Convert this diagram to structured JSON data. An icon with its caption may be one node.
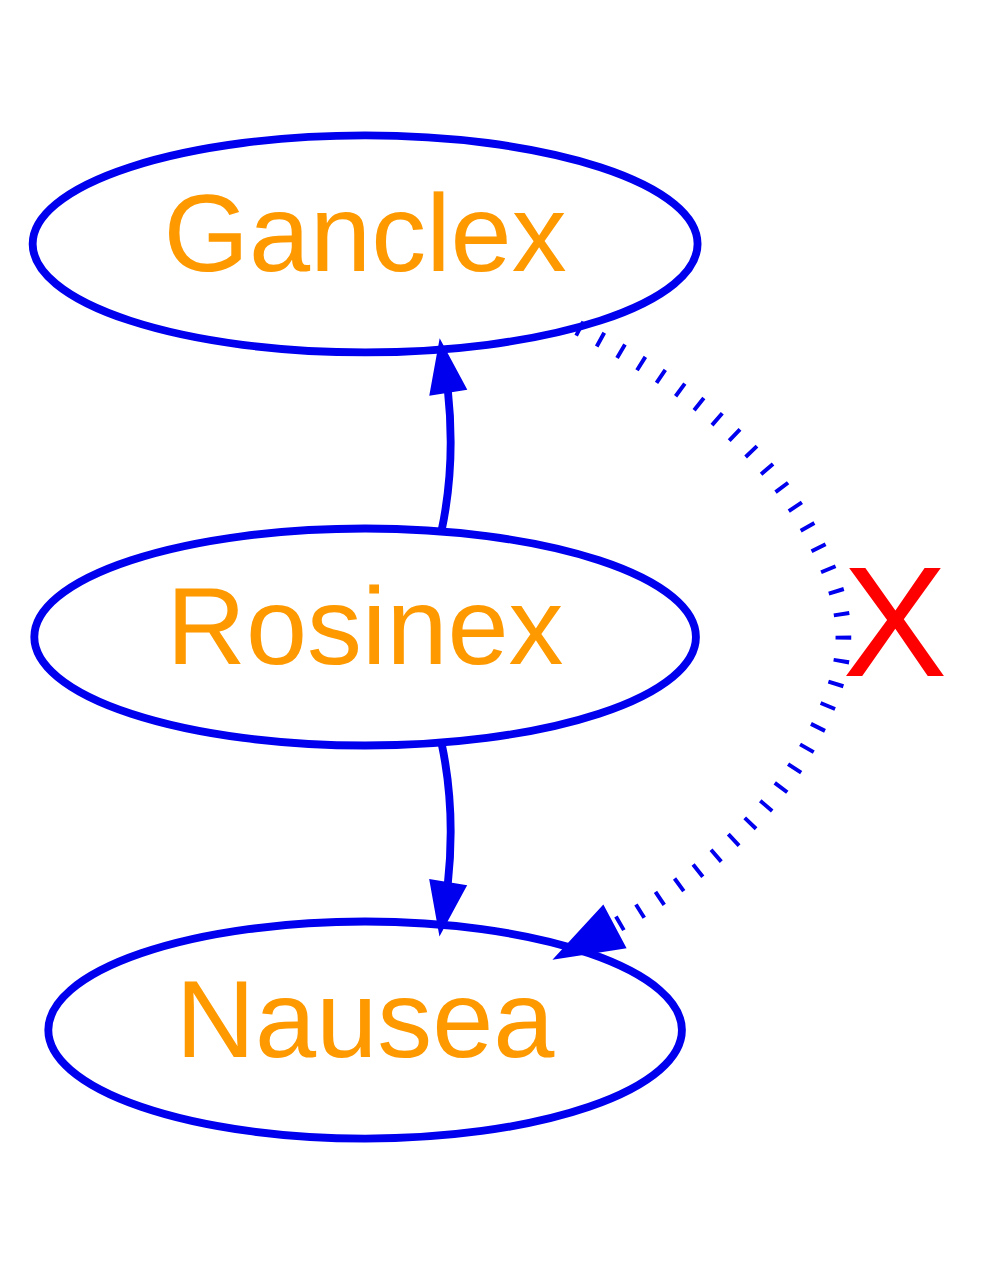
{
  "diagram": {
    "nodes": [
      {
        "text": [
          "Ganclex"
        ]
      },
      {
        "text": [
          "Rosinex"
        ]
      },
      {
        "text": [
          "Nausea"
        ]
      }
    ],
    "edges": [
      {
        "from": 1,
        "to": 0,
        "arrow": "to"
      },
      {
        "from": 1,
        "to": 2,
        "arrow": "to"
      },
      {
        "from": 0,
        "to": 2,
        "arrow": "to",
        "style": "dashed",
        "label": "X"
      }
    ]
  }
}
